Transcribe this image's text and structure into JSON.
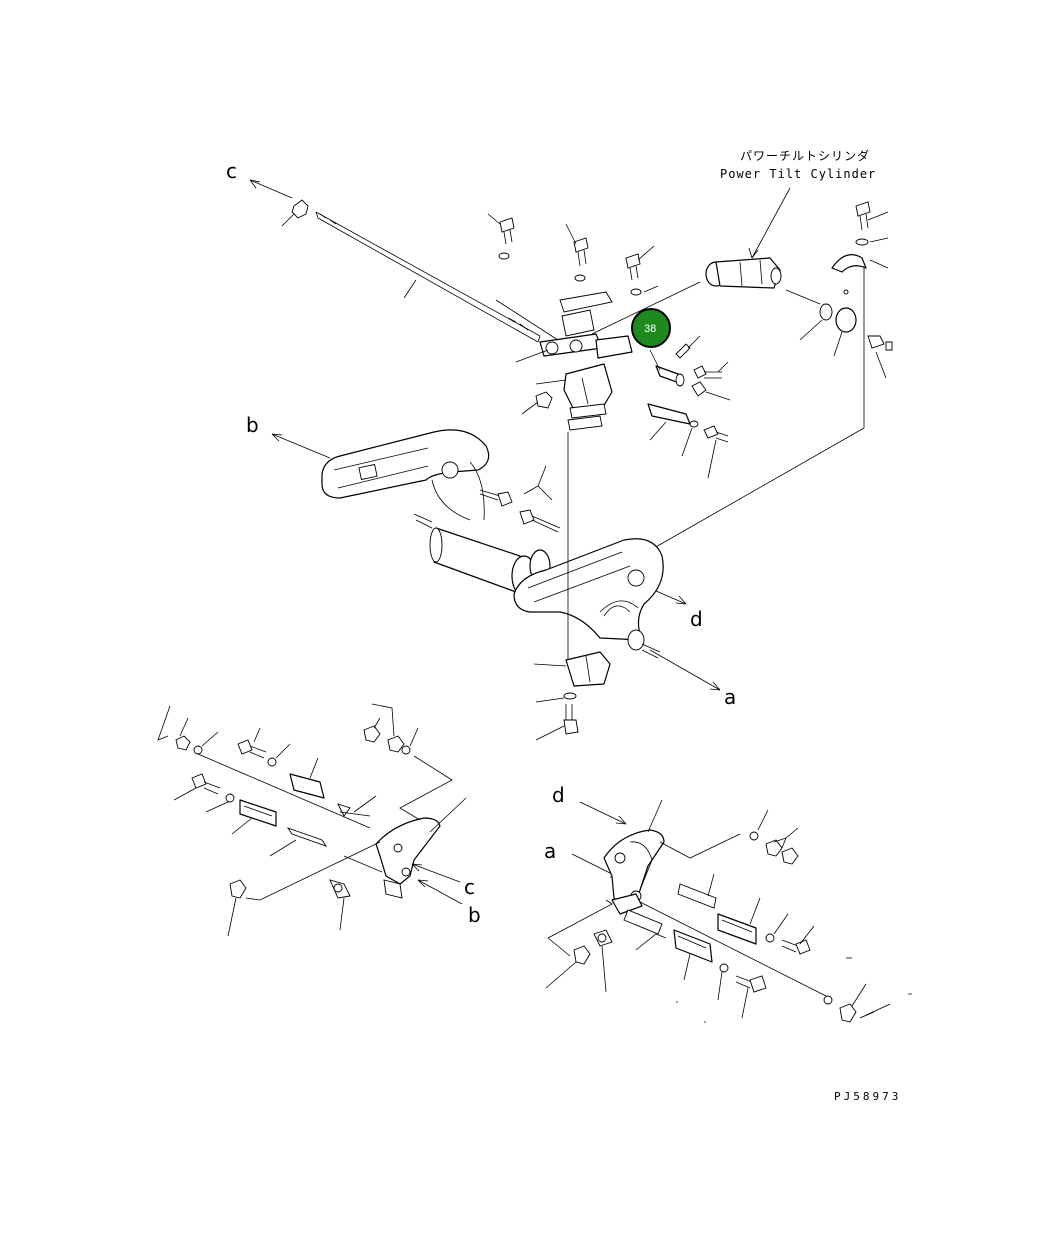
{
  "title": {
    "jp": "パワーチルトシリンダ",
    "en": "Power Tilt Cylinder"
  },
  "drawing_code": "PJ58973",
  "callout": {
    "label": "38",
    "color": "#1e8a1e"
  },
  "ref_letters": {
    "a1": "a",
    "b1": "b",
    "c1": "c",
    "d1": "d",
    "c2": "c",
    "b2": "b",
    "d3": "d",
    "a3": "a"
  }
}
